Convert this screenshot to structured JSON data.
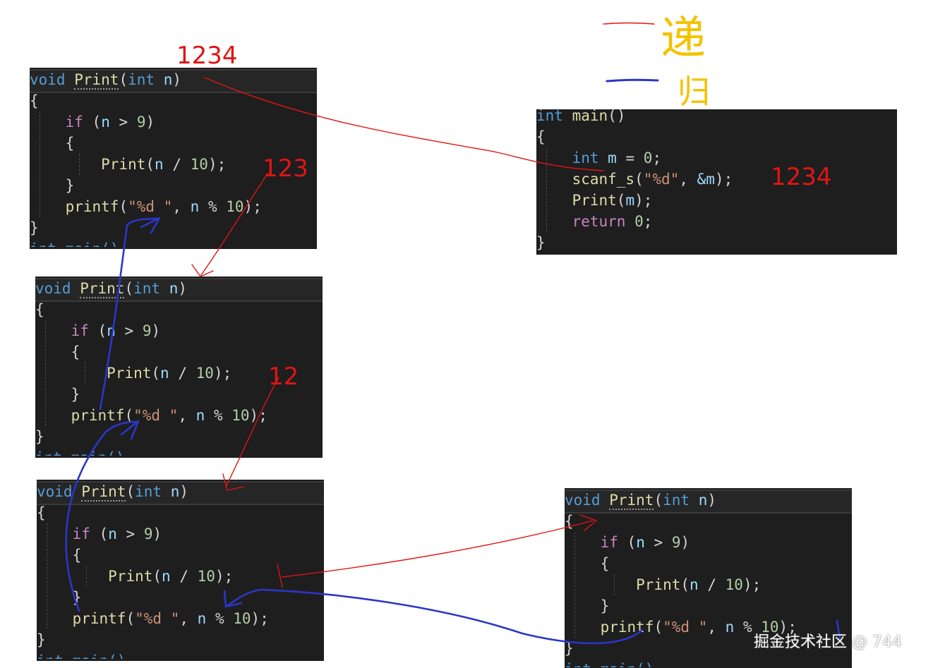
{
  "code_print": {
    "line1": {
      "kw": "void",
      "fn": "Print",
      "open": "(",
      "ptype": "int",
      "param": "n",
      "close": ")"
    },
    "line2": "{",
    "line3": {
      "kw": "if",
      "open": "(",
      "var": "n",
      "op": ">",
      "num": "9",
      "close": ")"
    },
    "line4": "{",
    "line5": {
      "fn": "Print",
      "open": "(",
      "var": "n",
      "op": "/",
      "num": "10",
      "close": ");"
    },
    "line6": "}",
    "line7": {
      "fn": "printf",
      "open": "(",
      "str": "\"%d \"",
      "comma": ",",
      "var": "n",
      "op": "%",
      "num": "10",
      "close": ");"
    },
    "line8": "}",
    "line9": "int main()"
  },
  "code_main": {
    "line1": {
      "kw": "int",
      "fn": "main",
      "paren": "()"
    },
    "line2": "{",
    "line3": {
      "kw": "int",
      "var": "m",
      "op": "=",
      "num": "0",
      "semi": ";"
    },
    "line4": {
      "fn": "scanf_s",
      "open": "(",
      "str": "\"%d\"",
      "comma": ",",
      "amp": "&m",
      "close": ");"
    },
    "line5": {
      "fn": "Print",
      "open": "(",
      "var": "m",
      "close": ");"
    },
    "line6": {
      "kw": "return",
      "num": "0",
      "semi": ";"
    },
    "line7": "}"
  },
  "annotations": {
    "top_value": "1234",
    "call1_value": "123",
    "call2_value": "12",
    "input_value": "1234",
    "legend_red_meaning": "递",
    "legend_blue_meaning": "归"
  },
  "colors": {
    "red_ink": "#e11414",
    "blue_ink": "#2b36c8",
    "yellow_ink": "#f5c200",
    "editor_bg": "#1e1e1e"
  },
  "watermark": "掘金技术社区 @ 744"
}
